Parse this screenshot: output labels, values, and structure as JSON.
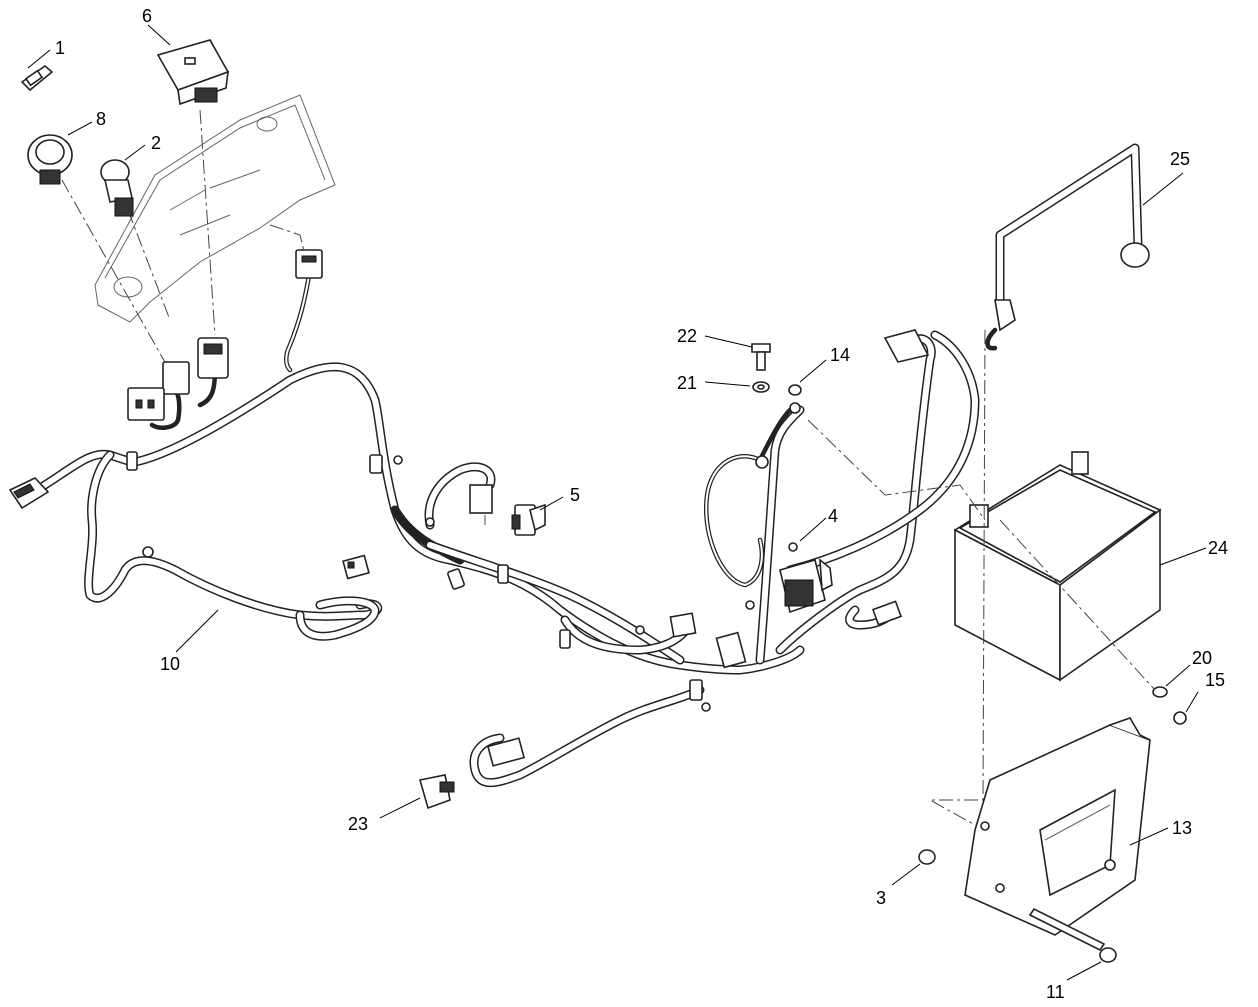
{
  "callouts": {
    "c1": "1",
    "c2": "2",
    "c3": "3",
    "c4": "4",
    "c5": "5",
    "c6": "6",
    "c8": "8",
    "c10": "10",
    "c11": "11",
    "c13": "13",
    "c14": "14",
    "c15": "15",
    "c20": "20",
    "c21": "21",
    "c22": "22",
    "c23": "23",
    "c24": "24",
    "c25": "25"
  }
}
